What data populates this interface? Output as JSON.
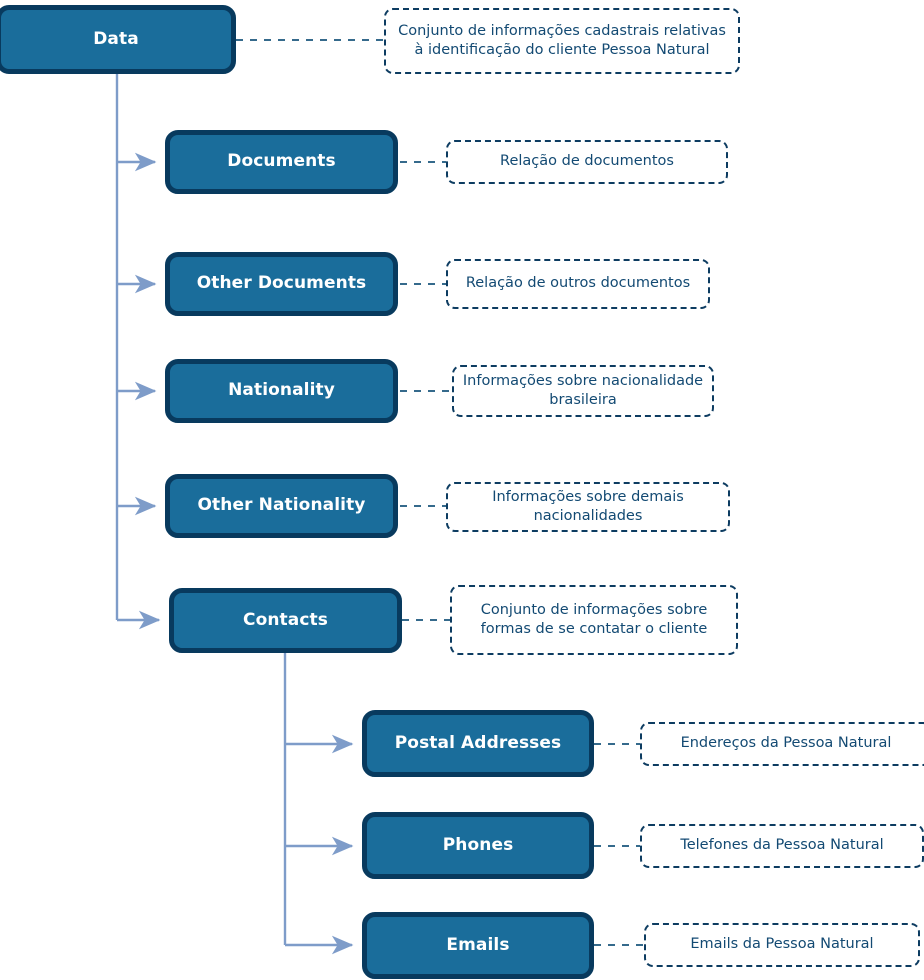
{
  "diagram": {
    "title": "Data",
    "type": "tree-diagram",
    "colors": {
      "node_fill": "#1a6d9b",
      "node_border": "#083a5e",
      "node_text": "#ffffff",
      "note_border": "#0d3c61",
      "note_text": "#134a73",
      "connector": "#7e9cc9",
      "background": "#ffffff"
    },
    "nodes": [
      {
        "id": "data",
        "label": "Data",
        "level": 0,
        "note": "Conjunto de informações cadastrais relativas à identificação do cliente Pessoa Natural"
      },
      {
        "id": "documents",
        "label": "Documents",
        "level": 1,
        "note": "Relação de documentos"
      },
      {
        "id": "other-documents",
        "label": "Other Documents",
        "level": 1,
        "note": "Relação de outros documentos"
      },
      {
        "id": "nationality",
        "label": "Nationality",
        "level": 1,
        "note": "Informações sobre nacionalidade brasileira"
      },
      {
        "id": "other-nationality",
        "label": "Other Nationality",
        "level": 1,
        "note": "Informações sobre demais nacionalidades"
      },
      {
        "id": "contacts",
        "label": "Contacts",
        "level": 1,
        "note": "Conjunto de informações sobre formas de se contatar o cliente"
      },
      {
        "id": "postal-addresses",
        "label": "Postal Addresses",
        "level": 2,
        "note": "Endereços da Pessoa Natural"
      },
      {
        "id": "phones",
        "label": "Phones",
        "level": 2,
        "note": "Telefones da Pessoa Natural"
      },
      {
        "id": "emails",
        "label": "Emails",
        "level": 2,
        "note": "Emails da Pessoa Natural"
      }
    ]
  }
}
